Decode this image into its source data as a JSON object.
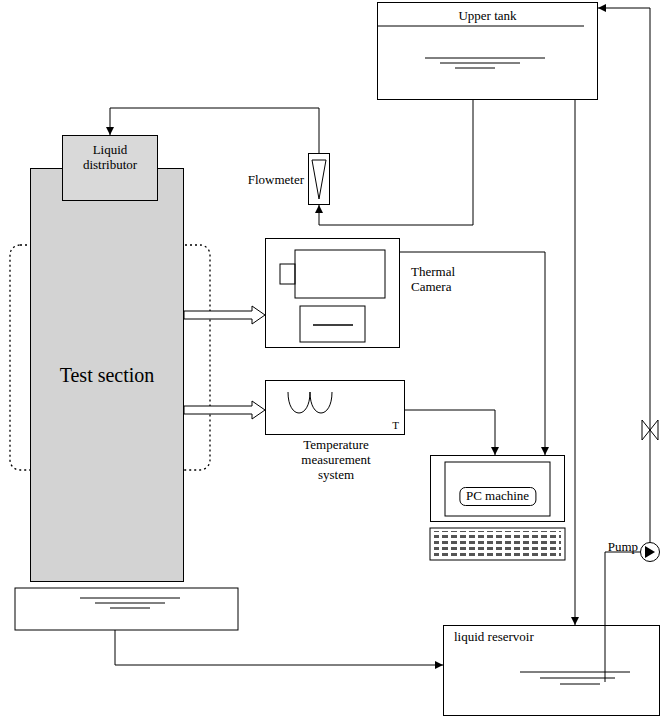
{
  "diagram": {
    "nodes": [
      {
        "text": [
          "Upper tank"
        ]
      },
      {
        "text": [
          "Liquid distributor"
        ]
      },
      {
        "text": [
          "Flowmeter"
        ]
      },
      {
        "text": [
          "Test section"
        ]
      },
      {
        "text": [
          "Thermal Camera"
        ]
      },
      {
        "text": [
          "T",
          "Temperature measurement system"
        ]
      },
      {
        "text": [
          "PC machine"
        ]
      },
      {
        "text": [
          "Pump"
        ]
      },
      {
        "text": [
          "liquid reservoir"
        ]
      }
    ],
    "edges": [
      {
        "from": 0,
        "to": 2,
        "arrow": "to"
      },
      {
        "from": 2,
        "to": 1,
        "arrow": "to"
      },
      {
        "from": 3,
        "to": 4,
        "arrow": "to"
      },
      {
        "from": 3,
        "to": 5,
        "arrow": "to"
      },
      {
        "from": 4,
        "to": 6,
        "arrow": "to"
      },
      {
        "from": 5,
        "to": 6,
        "arrow": "to"
      },
      {
        "from": 0,
        "to": 8,
        "arrow": "to"
      },
      {
        "from": 8,
        "to": 7,
        "arrow": "none"
      },
      {
        "from": 7,
        "to": 0,
        "arrow": "to"
      }
    ]
  }
}
